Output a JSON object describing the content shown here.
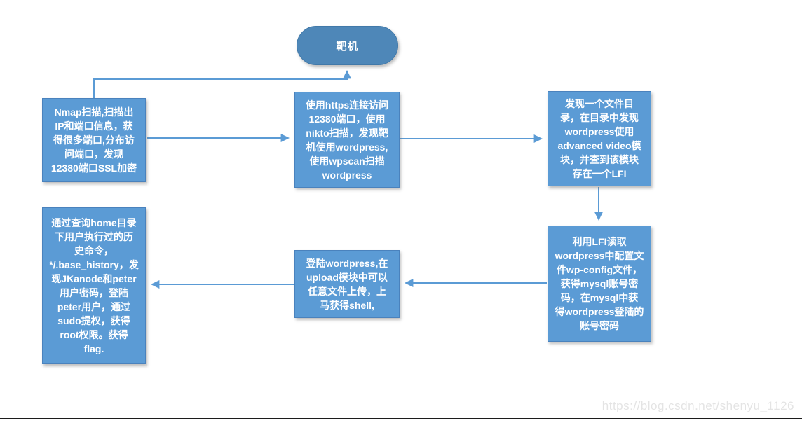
{
  "colors": {
    "box_fill": "#5b9bd5",
    "box_border": "#4a82bd",
    "node_fill": "#4e87b8",
    "node_border": "#4179a9",
    "arrow": "#5b9bd5",
    "text": "#ffffff",
    "watermark": "#e4e4e4"
  },
  "diagram": {
    "target_node": {
      "label": "靶机"
    },
    "steps": [
      {
        "id": "nmap-scan",
        "text": "Nmap扫描,扫描出\nIP和端口信息，获\n得很多端口,分布访\n问端口，发现\n12380端口SSL加密"
      },
      {
        "id": "https-nikto-wpscan",
        "text": "使用https连接访问\n12380端口，使用\nnikto扫描，发现靶\n机使用wordpress,\n使用wpscan扫描\nwordpress"
      },
      {
        "id": "lfi-discovery",
        "text": "发现一个文件目\n录，在目录中发现\nwordpress使用\nadvanced video模\n块，并查到该模块\n存在一个LFI"
      },
      {
        "id": "wp-config-mysql",
        "text": "利用LFI读取\nwordpress中配置文\n件wp-config文件，\n获得mysql账号密\n码，在mysql中获\n得wordpress登陆的\n账号密码"
      },
      {
        "id": "upload-shell",
        "text": "登陆wordpress,在\nupload模块中可以\n任意文件上传，上\n马获得shell,"
      },
      {
        "id": "history-privesc",
        "text": "通过查询home目录\n下用户执行过的历\n史命令，\n*/.base_history，发\n现JKanode和peter\n用户密码，登陆\npeter用户，通过\nsudo提权，获得\nroot权限。获得\nflag."
      }
    ]
  },
  "watermark": {
    "text": "https://blog.csdn.net/shenyu_1126"
  }
}
